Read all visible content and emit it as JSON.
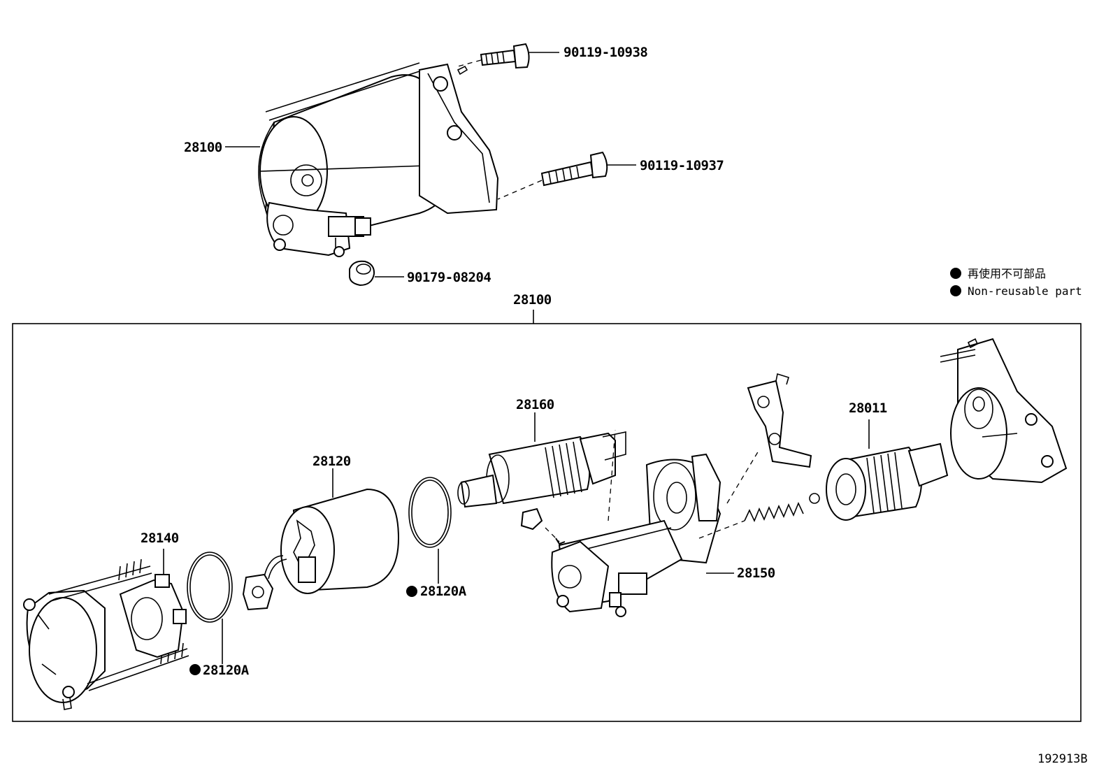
{
  "assembly_top": {
    "main_label": "28100",
    "bolt_upper_label": "90119-10938",
    "bolt_lower_label": "90119-10937",
    "nut_label": "90179-08204"
  },
  "legend": {
    "items": [
      {
        "marker": "filled-circle",
        "text": "再使用不可部品"
      },
      {
        "marker": "filled-circle",
        "text": "Non-reusable part"
      }
    ]
  },
  "exploded": {
    "box_label": "28100",
    "parts": {
      "end_frame": "28140",
      "oring_left": "28120A",
      "yoke": "28120",
      "oring_mid": "28120A",
      "armature": "28160",
      "housing": "28150",
      "clutch": "28011"
    }
  },
  "figure_id": "192913B"
}
